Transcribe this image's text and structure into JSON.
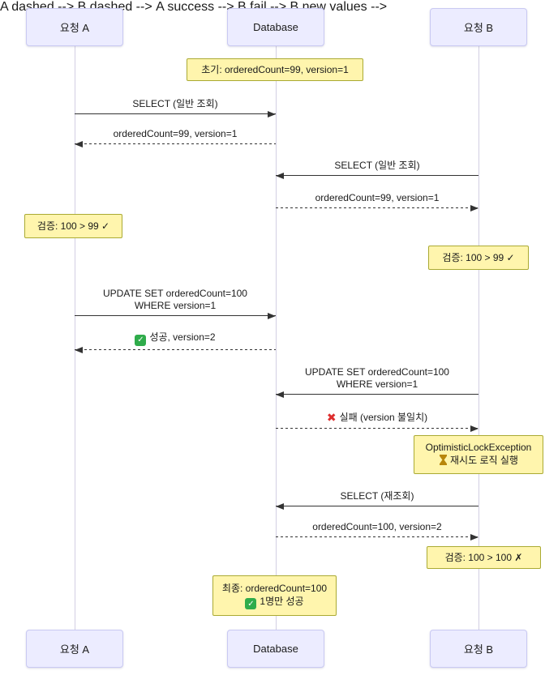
{
  "diagram": {
    "actors": [
      "요청 A",
      "Database",
      "요청 B"
    ],
    "notes": {
      "initial": "초기: orderedCount=99, version=1",
      "verify_a": "검증: 100 > 99 ✓",
      "verify_b": "검증: 100 > 99 ✓",
      "exception_line1": "OptimisticLockException",
      "exception_line2": "재시도 로직 실행",
      "verify_b_fail": "검증: 100 > 100 ✗",
      "final_line1": "최종: orderedCount=100",
      "final_line2": "1명만 성공"
    },
    "messages": {
      "m1": "SELECT (일반 조회)",
      "m2": "orderedCount=99, version=1",
      "m3": "SELECT (일반 조회)",
      "m4": "orderedCount=99, version=1",
      "m5_line1": "UPDATE SET orderedCount=100",
      "m5_line2": "WHERE version=1",
      "m6": "성공, version=2",
      "m7_line1": "UPDATE SET orderedCount=100",
      "m7_line2": "WHERE version=1",
      "m8": "실패 (version 불일치)",
      "m9": "SELECT (재조회)",
      "m10": "orderedCount=100, version=2"
    },
    "icons": {
      "success": "check-in-green-box",
      "fail": "red-cross",
      "retry": "hourglass"
    },
    "colors": {
      "actor_fill": "#ececff",
      "actor_border": "#c9c9f2",
      "note_fill": "#fff5ad",
      "note_border": "#aaaa33",
      "lifeline": "#d2cfe3",
      "message_line": "#333333",
      "success_green": "#2fac4b",
      "fail_red": "#dd2e2e",
      "hourglass_brown": "#b8860b",
      "text": "#1a1a1a"
    }
  }
}
